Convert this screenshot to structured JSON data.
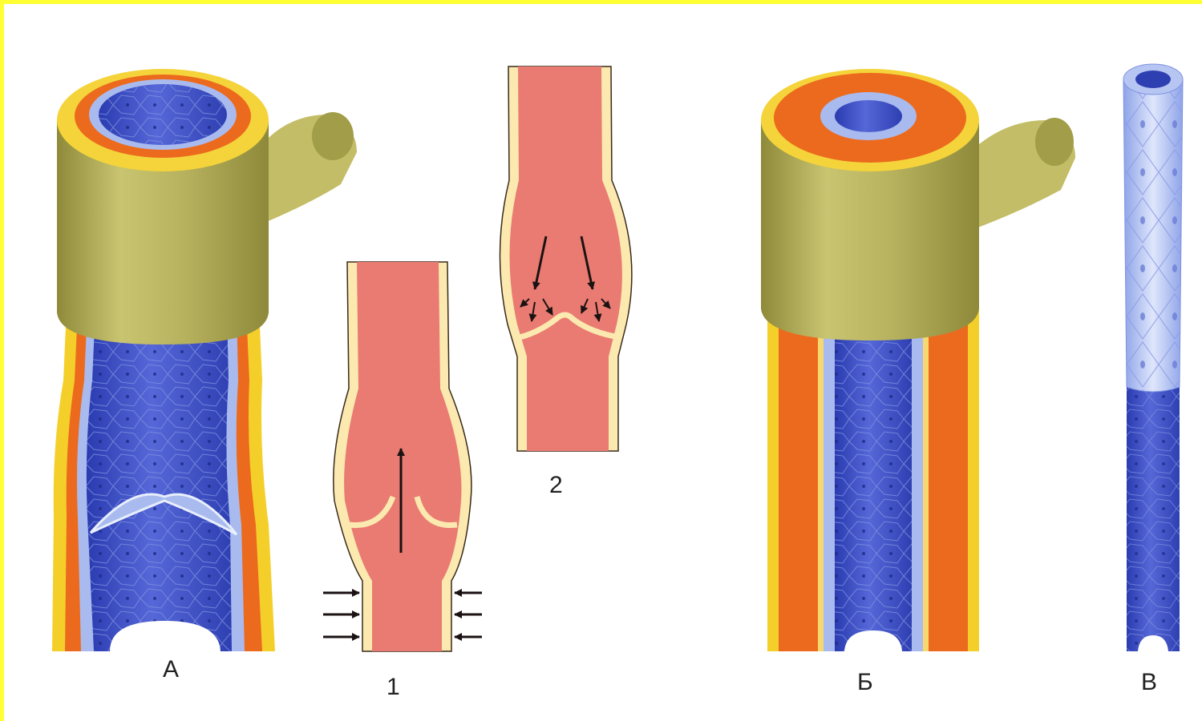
{
  "labels": {
    "vein": "А",
    "valve_open": "1",
    "valve_closed": "2",
    "artery": "Б",
    "capillary": "В"
  },
  "colors": {
    "frame": "#ffff33",
    "connective_tissue": "#b8b35a",
    "outer_yellow": "#f4cf2a",
    "muscle_orange": "#ec6a1e",
    "endothelium": "#9fb2ea",
    "lumen_blue": "#3b4fc8",
    "blood_pink": "#e97b72",
    "valve_wall": "#fbe9b0",
    "arrow": "#1b1212"
  }
}
